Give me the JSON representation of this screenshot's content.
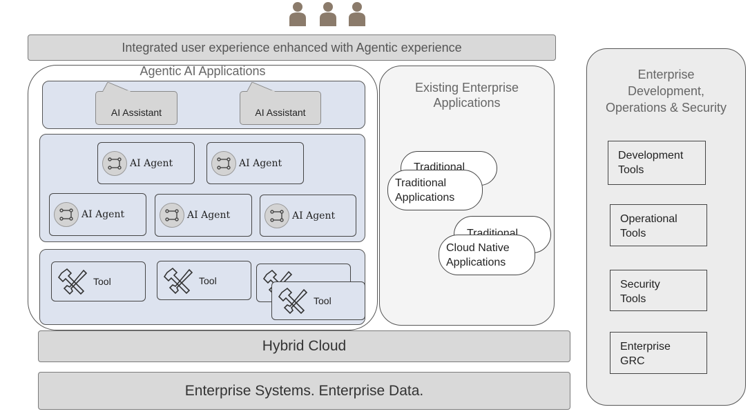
{
  "users": [
    "user-icon",
    "user-icon",
    "user-icon"
  ],
  "ux_bar": "Integrated user experience enhanced with Agentic  experience",
  "agentic": {
    "title": "Agentic AI Applications",
    "assistants": [
      "AI Assistant",
      "AI Assistant"
    ],
    "agents": [
      "AI Agent",
      "AI Agent",
      "AI Agent",
      "AI Agent",
      "AI Agent"
    ],
    "tools": [
      "Tool",
      "Tool",
      "Tool"
    ]
  },
  "existing": {
    "title_line1": "Existing Enterprise",
    "title_line2": "Applications",
    "trad_back": "Traditional",
    "trad_front_line1": "Traditional",
    "trad_front_line2": "Applications",
    "cloud_back": "Traditional",
    "cloud_front_line1": "Cloud Native",
    "cloud_front_line2": "Applications"
  },
  "ops": {
    "title_line1": "Enterprise",
    "title_line2": "Development,",
    "title_line3": "Operations & Security",
    "boxes": [
      {
        "line1": "Development",
        "line2": "Tools"
      },
      {
        "line1": "Operational",
        "line2": "Tools"
      },
      {
        "line1": "Security",
        "line2": "Tools"
      },
      {
        "line1": "Enterprise",
        "line2": "GRC"
      }
    ]
  },
  "hybrid": "Hybrid Cloud",
  "enterprise": "Enterprise Systems. Enterprise Data.",
  "colors": {
    "band_blue": "#dde3ef",
    "bar_gray": "#d9d9d9",
    "user_brown": "#8b7b6b"
  }
}
